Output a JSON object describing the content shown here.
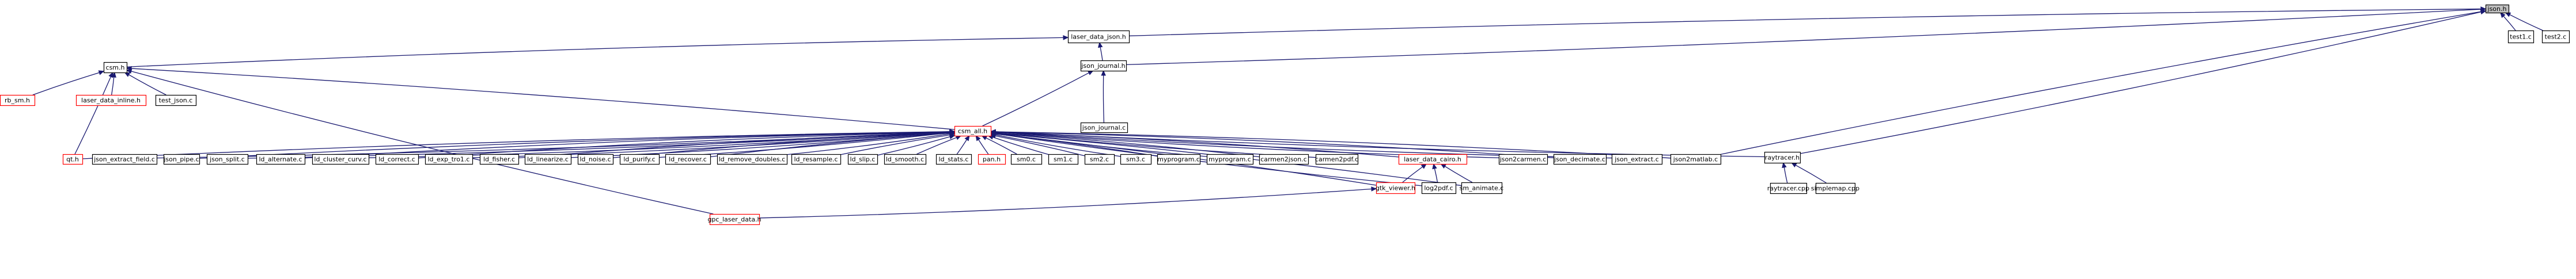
{
  "diagram": {
    "title": "json.h",
    "colors": {
      "edge": "#191970",
      "root_fill": "#bfbfbf",
      "missing_border": "#ff0000",
      "node_border": "#000000"
    },
    "nodes": [
      {
        "id": "json_h",
        "label": "json.h",
        "style": "root"
      },
      {
        "id": "laser_data_json_h",
        "label": "laser_data_json.h",
        "style": "normal"
      },
      {
        "id": "test1_c",
        "label": "test1.c",
        "style": "normal"
      },
      {
        "id": "test2_c",
        "label": "test2.c",
        "style": "normal"
      },
      {
        "id": "json_journal_h",
        "label": "json_journal.h",
        "style": "normal"
      },
      {
        "id": "json_journal_c",
        "label": "json_journal.c",
        "style": "normal"
      },
      {
        "id": "csm_h",
        "label": "csm.h",
        "style": "normal"
      },
      {
        "id": "rb_sm_h",
        "label": "rb_sm.h",
        "style": "red"
      },
      {
        "id": "laser_data_inline_h",
        "label": "laser_data_inline.h",
        "style": "red"
      },
      {
        "id": "test_json_c",
        "label": "test_json.c",
        "style": "normal"
      },
      {
        "id": "csm_all_h",
        "label": "csm_all.h",
        "style": "red"
      },
      {
        "id": "qt_h",
        "label": "qt.h",
        "style": "red"
      },
      {
        "id": "json_extract_field_c",
        "label": "json_extract_field.c",
        "style": "normal"
      },
      {
        "id": "json_pipe_c",
        "label": "json_pipe.c",
        "style": "normal"
      },
      {
        "id": "json_split_c",
        "label": "json_split.c",
        "style": "normal"
      },
      {
        "id": "ld_alternate_c",
        "label": "ld_alternate.c",
        "style": "normal"
      },
      {
        "id": "ld_cluster_curv_c",
        "label": "ld_cluster_curv.c",
        "style": "normal"
      },
      {
        "id": "ld_correct_c",
        "label": "ld_correct.c",
        "style": "normal"
      },
      {
        "id": "ld_exp_tro1_c",
        "label": "ld_exp_tro1.c",
        "style": "normal"
      },
      {
        "id": "ld_fisher_c",
        "label": "ld_fisher.c",
        "style": "normal"
      },
      {
        "id": "ld_linearize_c",
        "label": "ld_linearize.c",
        "style": "normal"
      },
      {
        "id": "ld_noise_c",
        "label": "ld_noise.c",
        "style": "normal"
      },
      {
        "id": "ld_purify_c",
        "label": "ld_purify.c",
        "style": "normal"
      },
      {
        "id": "ld_recover_c",
        "label": "ld_recover.c",
        "style": "normal"
      },
      {
        "id": "ld_remove_doubles_c",
        "label": "ld_remove_doubles.c",
        "style": "normal"
      },
      {
        "id": "ld_resample_c",
        "label": "ld_resample.c",
        "style": "normal"
      },
      {
        "id": "ld_slip_c",
        "label": "ld_slip.c",
        "style": "normal"
      },
      {
        "id": "ld_smooth_c",
        "label": "ld_smooth.c",
        "style": "normal"
      },
      {
        "id": "ld_stats_c",
        "label": "ld_stats.c",
        "style": "normal"
      },
      {
        "id": "pan_h",
        "label": "pan.h",
        "style": "red"
      },
      {
        "id": "sm0_c",
        "label": "sm0.c",
        "style": "normal"
      },
      {
        "id": "sm1_c",
        "label": "sm1.c",
        "style": "normal"
      },
      {
        "id": "sm2_c",
        "label": "sm2.c",
        "style": "normal"
      },
      {
        "id": "sm3_c",
        "label": "sm3.c",
        "style": "normal"
      },
      {
        "id": "myprogram_c_1",
        "label": "myprogram.c",
        "style": "normal"
      },
      {
        "id": "myprogram_c_2",
        "label": "myprogram.c",
        "style": "normal"
      },
      {
        "id": "carmen2json_c",
        "label": "carmen2json.c",
        "style": "normal"
      },
      {
        "id": "carmen2pdf_c",
        "label": "carmen2pdf.c",
        "style": "normal"
      },
      {
        "id": "laser_data_cairo_h",
        "label": "laser_data_cairo.h",
        "style": "red"
      },
      {
        "id": "json2carmen_c",
        "label": "json2carmen.c",
        "style": "normal"
      },
      {
        "id": "json_decimate_c",
        "label": "json_decimate.c",
        "style": "normal"
      },
      {
        "id": "json_extract_c",
        "label": "json_extract.c",
        "style": "normal"
      },
      {
        "id": "json2matlab_c",
        "label": "json2matlab.c",
        "style": "normal"
      },
      {
        "id": "raytracer_h",
        "label": "raytracer.h",
        "style": "normal"
      },
      {
        "id": "raytracer_cpp",
        "label": "raytracer.cpp",
        "style": "normal"
      },
      {
        "id": "simplemap_cpp",
        "label": "simplemap.cpp",
        "style": "normal"
      },
      {
        "id": "gtk_viewer_h",
        "label": "gtk_viewer.h",
        "style": "red"
      },
      {
        "id": "log2pdf_c",
        "label": "log2pdf.c",
        "style": "normal"
      },
      {
        "id": "sm_animate_c",
        "label": "sm_animate.c",
        "style": "normal"
      },
      {
        "id": "gpc_laser_data_h",
        "label": "gpc_laser_data.h",
        "style": "red"
      }
    ],
    "edges": [
      {
        "from": "laser_data_json_h",
        "to": "json_h"
      },
      {
        "from": "test1_c",
        "to": "json_h"
      },
      {
        "from": "test2_c",
        "to": "json_h"
      },
      {
        "from": "json_journal_h",
        "to": "json_h"
      },
      {
        "from": "json2matlab_c",
        "to": "json_h"
      },
      {
        "from": "raytracer_h",
        "to": "json_h"
      },
      {
        "from": "csm_h",
        "to": "laser_data_json_h"
      },
      {
        "from": "json_journal_h",
        "to": "laser_data_json_h"
      },
      {
        "from": "json_journal_c",
        "to": "json_journal_h"
      },
      {
        "from": "csm_all_h",
        "to": "json_journal_h"
      },
      {
        "from": "rb_sm_h",
        "to": "csm_h"
      },
      {
        "from": "laser_data_inline_h",
        "to": "csm_h"
      },
      {
        "from": "test_json_c",
        "to": "csm_h"
      },
      {
        "from": "qt_h",
        "to": "csm_h"
      },
      {
        "from": "gpc_laser_data_h",
        "to": "csm_h"
      },
      {
        "from": "csm_all_h",
        "to": "csm_h"
      },
      {
        "from": "qt_h",
        "to": "csm_all_h"
      },
      {
        "from": "json_extract_field_c",
        "to": "csm_all_h"
      },
      {
        "from": "json_pipe_c",
        "to": "csm_all_h"
      },
      {
        "from": "json_split_c",
        "to": "csm_all_h"
      },
      {
        "from": "ld_alternate_c",
        "to": "csm_all_h"
      },
      {
        "from": "ld_cluster_curv_c",
        "to": "csm_all_h"
      },
      {
        "from": "ld_correct_c",
        "to": "csm_all_h"
      },
      {
        "from": "ld_exp_tro1_c",
        "to": "csm_all_h"
      },
      {
        "from": "ld_fisher_c",
        "to": "csm_all_h"
      },
      {
        "from": "ld_linearize_c",
        "to": "csm_all_h"
      },
      {
        "from": "ld_noise_c",
        "to": "csm_all_h"
      },
      {
        "from": "ld_purify_c",
        "to": "csm_all_h"
      },
      {
        "from": "ld_recover_c",
        "to": "csm_all_h"
      },
      {
        "from": "ld_remove_doubles_c",
        "to": "csm_all_h"
      },
      {
        "from": "ld_resample_c",
        "to": "csm_all_h"
      },
      {
        "from": "ld_slip_c",
        "to": "csm_all_h"
      },
      {
        "from": "ld_smooth_c",
        "to": "csm_all_h"
      },
      {
        "from": "ld_stats_c",
        "to": "csm_all_h"
      },
      {
        "from": "pan_h",
        "to": "csm_all_h"
      },
      {
        "from": "sm0_c",
        "to": "csm_all_h"
      },
      {
        "from": "sm1_c",
        "to": "csm_all_h"
      },
      {
        "from": "sm2_c",
        "to": "csm_all_h"
      },
      {
        "from": "sm3_c",
        "to": "csm_all_h"
      },
      {
        "from": "myprogram_c_1",
        "to": "csm_all_h"
      },
      {
        "from": "myprogram_c_2",
        "to": "csm_all_h"
      },
      {
        "from": "carmen2json_c",
        "to": "csm_all_h"
      },
      {
        "from": "carmen2pdf_c",
        "to": "csm_all_h"
      },
      {
        "from": "laser_data_cairo_h",
        "to": "csm_all_h"
      },
      {
        "from": "json2carmen_c",
        "to": "csm_all_h"
      },
      {
        "from": "json_decimate_c",
        "to": "csm_all_h"
      },
      {
        "from": "json_extract_c",
        "to": "csm_all_h"
      },
      {
        "from": "json2matlab_c",
        "to": "csm_all_h"
      },
      {
        "from": "raytracer_h",
        "to": "csm_all_h"
      },
      {
        "from": "gtk_viewer_h",
        "to": "csm_all_h"
      },
      {
        "from": "log2pdf_c",
        "to": "csm_all_h"
      },
      {
        "from": "sm_animate_c",
        "to": "csm_all_h"
      },
      {
        "from": "raytracer_cpp",
        "to": "raytracer_h"
      },
      {
        "from": "simplemap_cpp",
        "to": "raytracer_h"
      },
      {
        "from": "gtk_viewer_h",
        "to": "laser_data_cairo_h"
      },
      {
        "from": "log2pdf_c",
        "to": "laser_data_cairo_h"
      },
      {
        "from": "sm_animate_c",
        "to": "laser_data_cairo_h"
      },
      {
        "from": "gpc_laser_data_h",
        "to": "gtk_viewer_h"
      }
    ]
  }
}
